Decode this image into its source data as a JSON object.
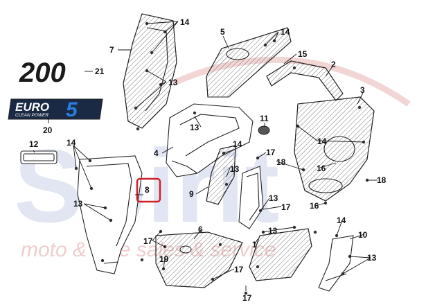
{
  "watermark": {
    "brand": "Spirit",
    "tagline": "moto & bike sales & service"
  },
  "logos": {
    "model": "200",
    "euro_text": "EURO",
    "euro_number": "5",
    "euro_tagline": "CLEAN POWER"
  },
  "callouts": [
    {
      "id": "c14a",
      "text": "14"
    },
    {
      "id": "c7",
      "text": "7"
    },
    {
      "id": "c13a",
      "text": "13"
    },
    {
      "id": "c5",
      "text": "5"
    },
    {
      "id": "c14b",
      "text": "14"
    },
    {
      "id": "c15",
      "text": "15"
    },
    {
      "id": "c2",
      "text": "2"
    },
    {
      "id": "c3",
      "text": "3"
    },
    {
      "id": "c21",
      "text": "21"
    },
    {
      "id": "c20",
      "text": "20"
    },
    {
      "id": "c13b",
      "text": "13"
    },
    {
      "id": "c11",
      "text": "11"
    },
    {
      "id": "c14c",
      "text": "14"
    },
    {
      "id": "c12",
      "text": "12"
    },
    {
      "id": "c14d",
      "text": "14"
    },
    {
      "id": "c4",
      "text": "4"
    },
    {
      "id": "c14e",
      "text": "14"
    },
    {
      "id": "c17a",
      "text": "17"
    },
    {
      "id": "c18a",
      "text": "18"
    },
    {
      "id": "c16a",
      "text": "16"
    },
    {
      "id": "c18b",
      "text": "18"
    },
    {
      "id": "c13c",
      "text": "13"
    },
    {
      "id": "c9",
      "text": "9"
    },
    {
      "id": "c13d",
      "text": "13"
    },
    {
      "id": "c8",
      "text": "8"
    },
    {
      "id": "c13e",
      "text": "13"
    },
    {
      "id": "c17b",
      "text": "17"
    },
    {
      "id": "c16b",
      "text": "16"
    },
    {
      "id": "c14f",
      "text": "14"
    },
    {
      "id": "c6",
      "text": "6"
    },
    {
      "id": "c13f",
      "text": "13"
    },
    {
      "id": "c10",
      "text": "10"
    },
    {
      "id": "c17c",
      "text": "17"
    },
    {
      "id": "c1",
      "text": "1"
    },
    {
      "id": "c13g",
      "text": "13"
    },
    {
      "id": "c19",
      "text": "19"
    },
    {
      "id": "c17d",
      "text": "17"
    },
    {
      "id": "c17e",
      "text": "17"
    }
  ],
  "highlight": {
    "label": "8",
    "color": "#d01f2b"
  },
  "colors": {
    "watermark_blue": "#c9d2e8",
    "watermark_red": "#e9b9b9",
    "euro_blue": "#2a7de1",
    "euro_bg": "#1b2a44"
  }
}
